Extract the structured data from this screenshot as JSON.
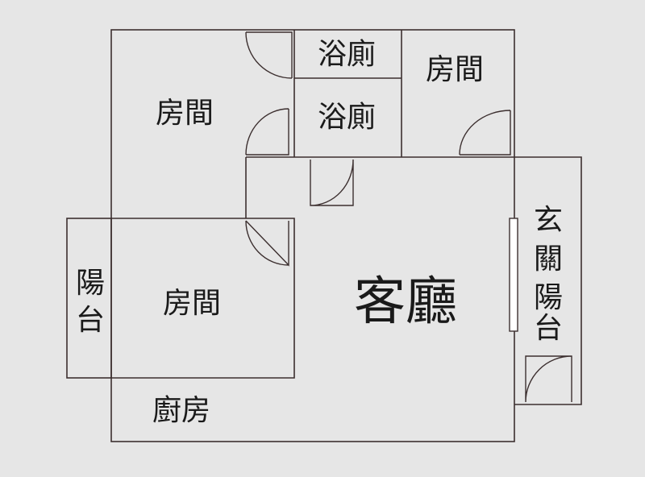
{
  "floor_plan": {
    "rooms": {
      "bedroom_top_left": "房間",
      "bathroom_upper": "浴廁",
      "bathroom_lower": "浴廁",
      "bedroom_top_right": "房間",
      "bedroom_bottom_left": "房間",
      "living_room": "客廳",
      "kitchen": "廚房",
      "balcony_left": [
        "陽",
        "台"
      ],
      "entry_balcony": [
        "玄",
        "關",
        "陽",
        "台"
      ]
    },
    "colors": {
      "background": "#e6e6e6",
      "walls": "#3c2f2f",
      "text": "#1a1a1a"
    }
  }
}
